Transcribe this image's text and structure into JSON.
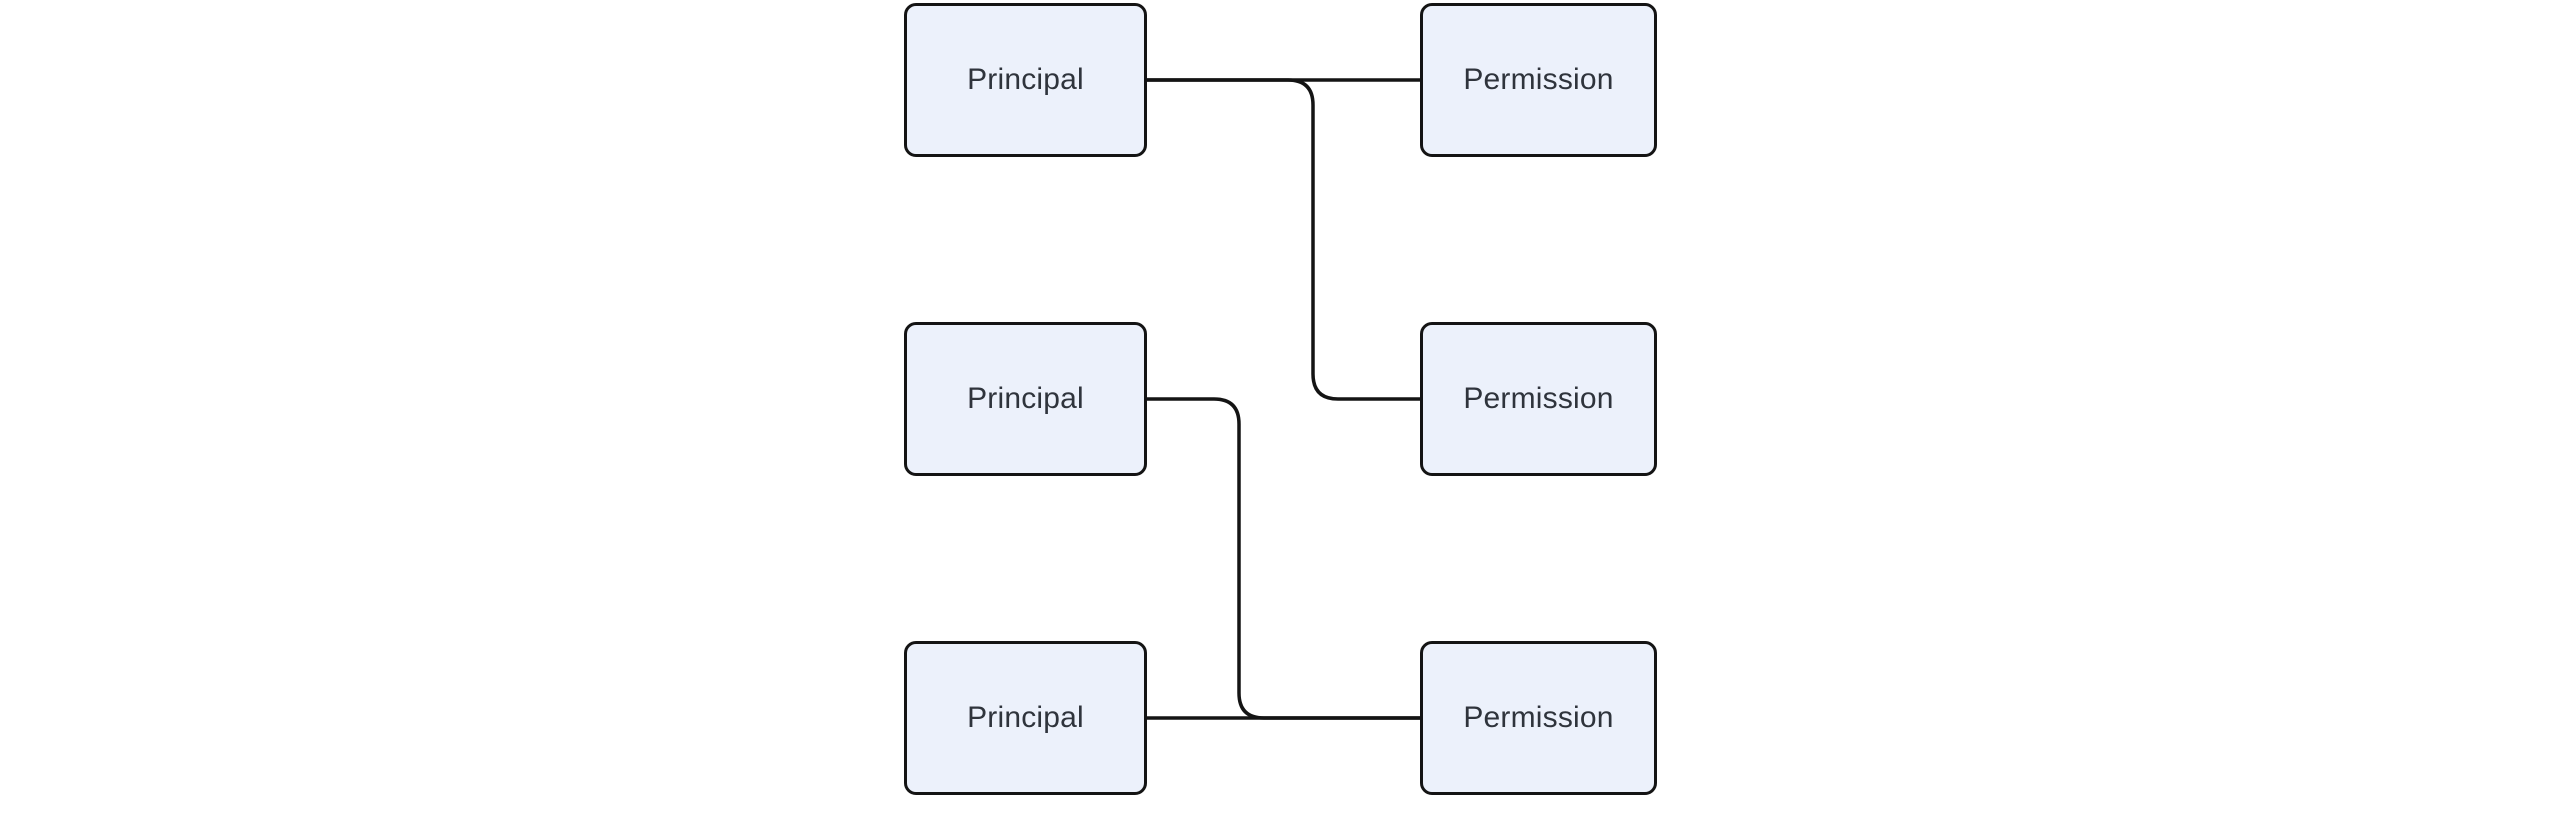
{
  "diagram": {
    "type": "flowchart",
    "direction": "left-to-right",
    "background_color": "#ffffff",
    "node_fill_color": "#ecf1fb",
    "node_border_color": "#141414",
    "edge_color": "#141414",
    "label_color": "#2f343c",
    "nodes": [
      {
        "id": "principal-1",
        "label": "Principal",
        "column": "left",
        "row": 1
      },
      {
        "id": "principal-2",
        "label": "Principal",
        "column": "left",
        "row": 2
      },
      {
        "id": "principal-3",
        "label": "Principal",
        "column": "left",
        "row": 3
      },
      {
        "id": "permission-1",
        "label": "Permission",
        "column": "right",
        "row": 1
      },
      {
        "id": "permission-2",
        "label": "Permission",
        "column": "right",
        "row": 2
      },
      {
        "id": "permission-3",
        "label": "Permission",
        "column": "right",
        "row": 3
      }
    ],
    "edges": [
      {
        "from": "principal-1",
        "to": "permission-1"
      },
      {
        "from": "principal-1",
        "to": "permission-2"
      },
      {
        "from": "principal-2",
        "to": "permission-3"
      },
      {
        "from": "principal-3",
        "to": "permission-3"
      }
    ]
  }
}
